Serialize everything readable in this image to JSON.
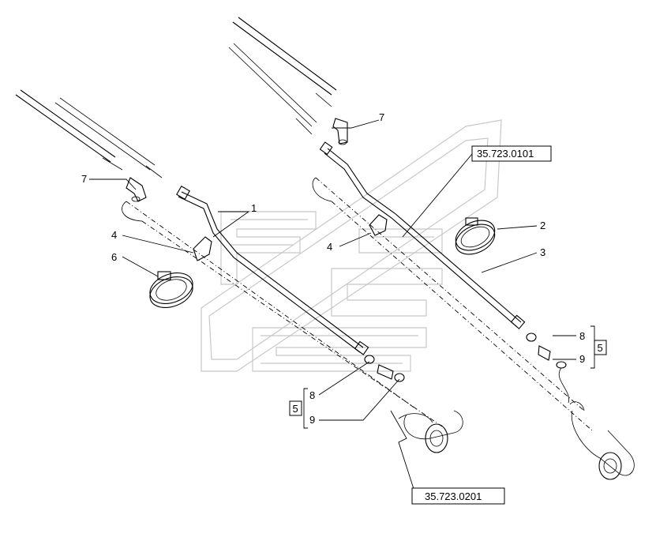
{
  "callouts": {
    "c1": "1",
    "c2": "2",
    "c3": "3",
    "c4_left": "4",
    "c4_right": "4",
    "c5_lower": "5",
    "c5_right": "5",
    "c6": "6",
    "c7_left": "7",
    "c7_right": "7",
    "c8_lower": "8",
    "c8_right": "8",
    "c9_lower": "9",
    "c9_right": "9"
  },
  "references": {
    "ref_top": "35.723.0101",
    "ref_bottom": "35.723.0201"
  }
}
